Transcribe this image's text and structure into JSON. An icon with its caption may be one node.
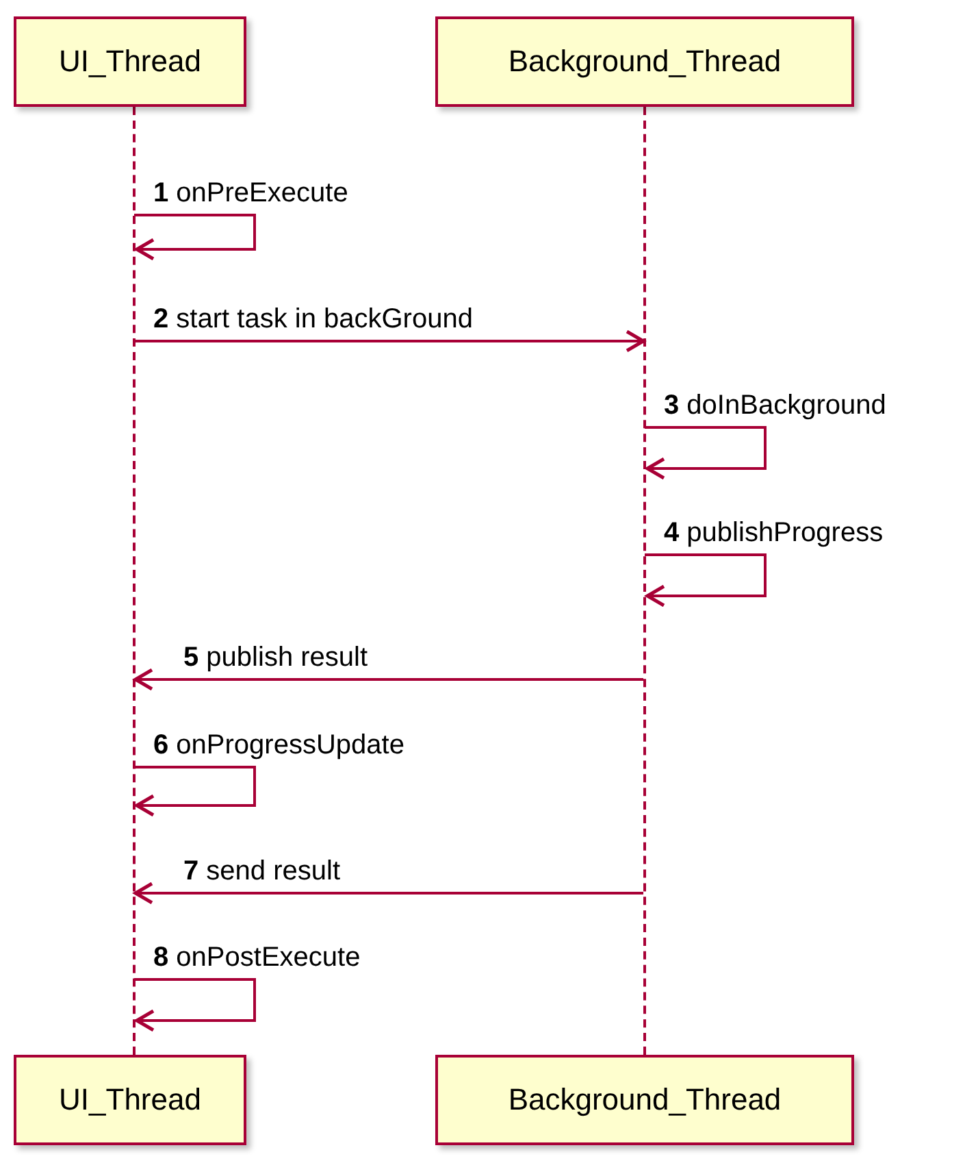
{
  "diagram": {
    "nodes": [
      {
        "text": [
          "UI_Thread"
        ]
      },
      {
        "text": [
          "Background_Thread"
        ]
      },
      {
        "text": [],
        "shape": "bar"
      },
      {
        "text": [],
        "shape": "bar"
      },
      {
        "text": [
          "UI_Thread"
        ]
      },
      {
        "text": [
          "Background_Thread"
        ]
      }
    ],
    "edges": [
      {
        "from": 2,
        "to": 2,
        "arrow": "to",
        "label": "**1** onPreExecute"
      },
      {
        "from": 2,
        "to": 3,
        "arrow": "to",
        "label": "**2** start task in backGround"
      },
      {
        "from": 3,
        "to": 3,
        "arrow": "to",
        "label": "**3** doInBackground"
      },
      {
        "from": 3,
        "to": 3,
        "arrow": "to",
        "label": "**4** publishProgress"
      },
      {
        "from": 3,
        "to": 2,
        "arrow": "to",
        "label": "**5** publish result"
      },
      {
        "from": 2,
        "to": 2,
        "arrow": "to",
        "label": "**6** onProgressUpdate"
      },
      {
        "from": 3,
        "to": 2,
        "arrow": "to",
        "label": "**7** send result"
      },
      {
        "from": 2,
        "to": 2,
        "arrow": "to",
        "label": "**8** onPostExecute"
      }
    ]
  }
}
